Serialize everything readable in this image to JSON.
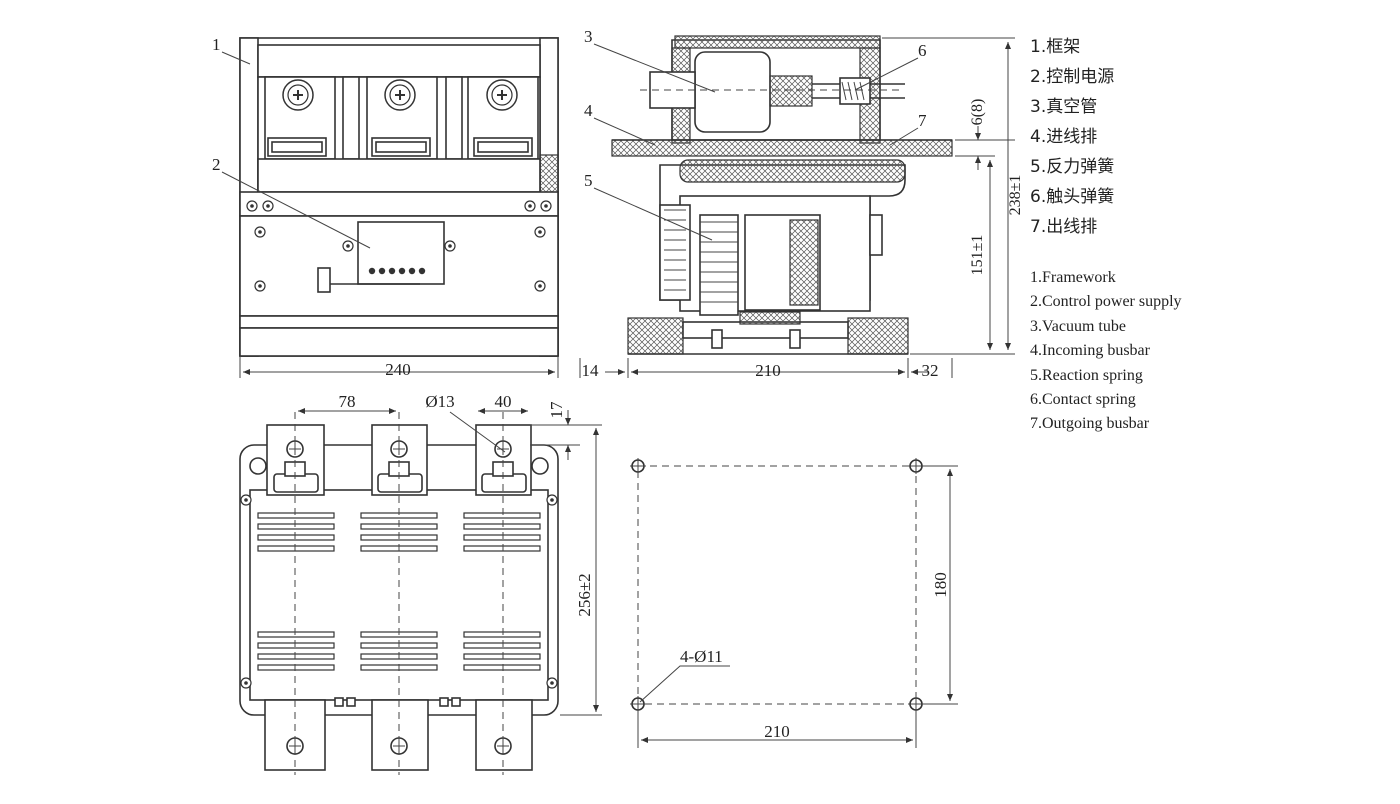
{
  "legend_cn": [
    "1.框架",
    "2.控制电源",
    "3.真空管",
    "4.进线排",
    "5.反力弹簧",
    "6.触头弹簧",
    "7.出线排"
  ],
  "legend_en": [
    "1.Framework",
    "2.Control power supply",
    "3.Vacuum tube",
    "4.Incoming busbar",
    "5.Reaction spring",
    "6.Contact spring",
    "7.Outgoing busbar"
  ],
  "front_view": {
    "callout_1": "1",
    "callout_2": "2",
    "width_dim": "240"
  },
  "side_view": {
    "callouts": [
      "3",
      "4",
      "5",
      "6",
      "7"
    ],
    "dim_left": "14",
    "dim_mid": "210",
    "dim_right": "32",
    "dim_6_8": "6(8)",
    "dim_151": "151±1",
    "dim_238": "238±1"
  },
  "top_view": {
    "dim_78": "78",
    "dim_hole": "Ø13",
    "dim_40": "40",
    "dim_17": "17",
    "dim_256": "256±2"
  },
  "mounting": {
    "dim_180": "180",
    "dim_210": "210",
    "hole_label": "4-Ø11"
  }
}
